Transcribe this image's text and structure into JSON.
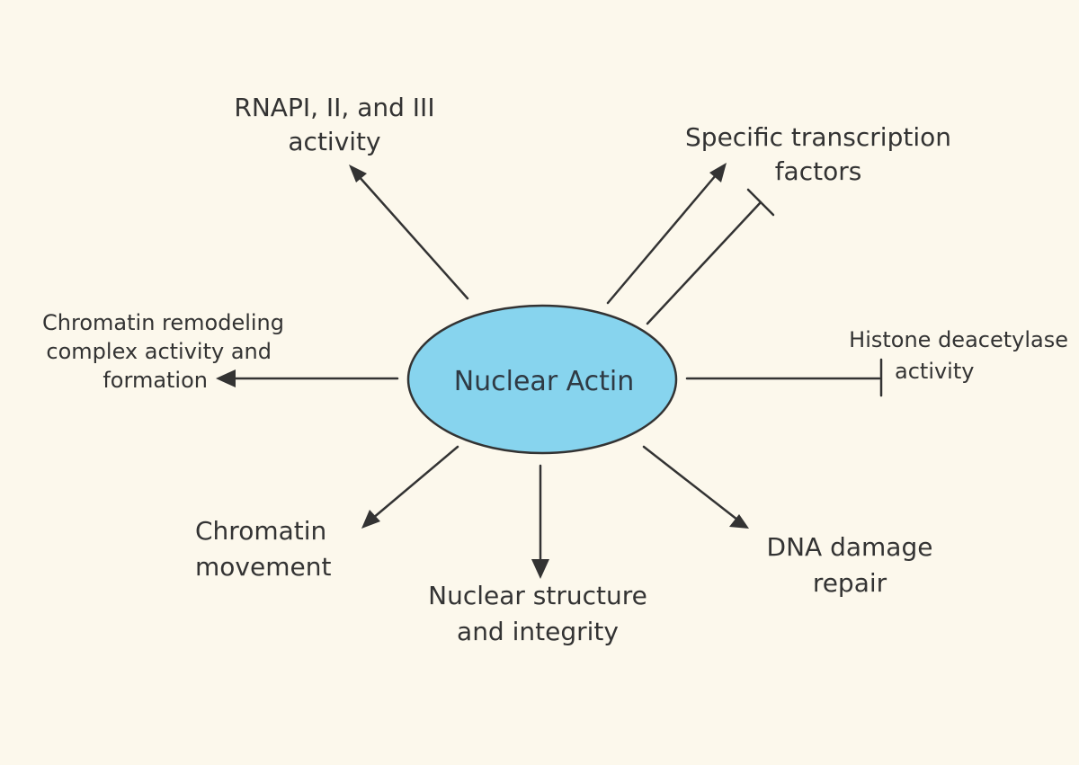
{
  "center": {
    "label": "Nuclear Actin",
    "fill": "#87d4ee",
    "stroke": "#333333"
  },
  "background": "#fcf8ec",
  "text_color": "#333333",
  "nodes": {
    "rnap": {
      "lines": [
        "RNAPI, II, and III",
        "activity"
      ]
    },
    "tf": {
      "lines": [
        "Specific transcription",
        "factors"
      ]
    },
    "chromatin_remodeling": {
      "lines": [
        "Chromatin remodeling",
        "complex activity and",
        "formation"
      ]
    },
    "hdac": {
      "lines": [
        "Histone deacetylase",
        "activity"
      ]
    },
    "chromatin_movement": {
      "lines": [
        "Chromatin",
        "movement"
      ]
    },
    "nuclear_structure": {
      "lines": [
        "Nuclear structure",
        "and integrity"
      ]
    },
    "dna_repair": {
      "lines": [
        "DNA damage",
        "repair"
      ]
    }
  },
  "edges": [
    {
      "to": "rnap",
      "type": "activation"
    },
    {
      "to": "tf",
      "type": "activation"
    },
    {
      "to": "tf",
      "type": "inhibition"
    },
    {
      "to": "chromatin_remodeling",
      "type": "activation"
    },
    {
      "to": "hdac",
      "type": "inhibition"
    },
    {
      "to": "chromatin_movement",
      "type": "activation"
    },
    {
      "to": "nuclear_structure",
      "type": "activation"
    },
    {
      "to": "dna_repair",
      "type": "activation"
    }
  ]
}
